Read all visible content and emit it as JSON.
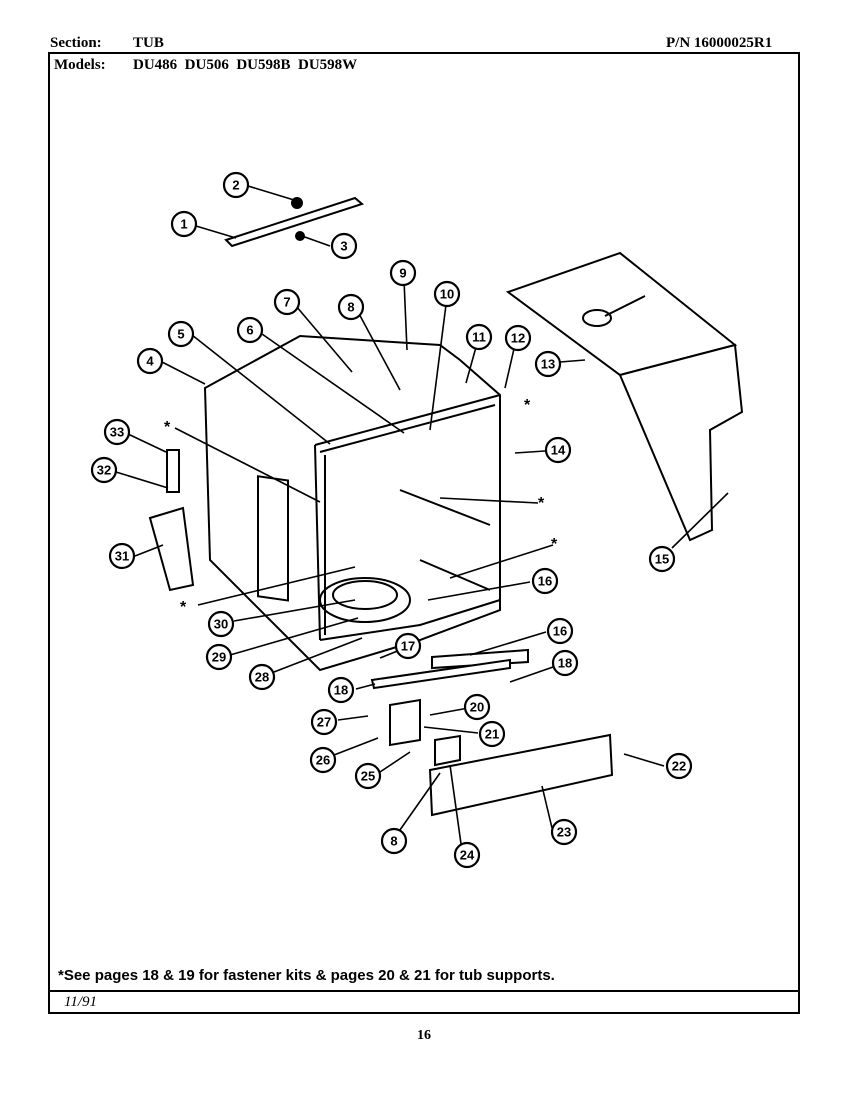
{
  "header": {
    "section_label": "Section:",
    "section_value": "TUB",
    "part_number": "P/N 16000025R1",
    "models_label": "Models:",
    "models_value": "DU486  DU506  DU598B  DU598W"
  },
  "callouts": [
    "1",
    "2",
    "3",
    "4",
    "5",
    "6",
    "7",
    "8",
    "9",
    "10",
    "11",
    "12",
    "13",
    "14",
    "15",
    "16",
    "16",
    "18",
    "18",
    "20",
    "21",
    "22",
    "23",
    "24",
    "25",
    "26",
    "27",
    "28",
    "29",
    "30",
    "31",
    "32",
    "33",
    "17",
    "8"
  ],
  "asterisk": "*",
  "footer": {
    "note": "*See pages 18 & 19 for fastener kits & pages 20 & 21 for tub supports.",
    "date": "11/91",
    "page_number": "16"
  }
}
